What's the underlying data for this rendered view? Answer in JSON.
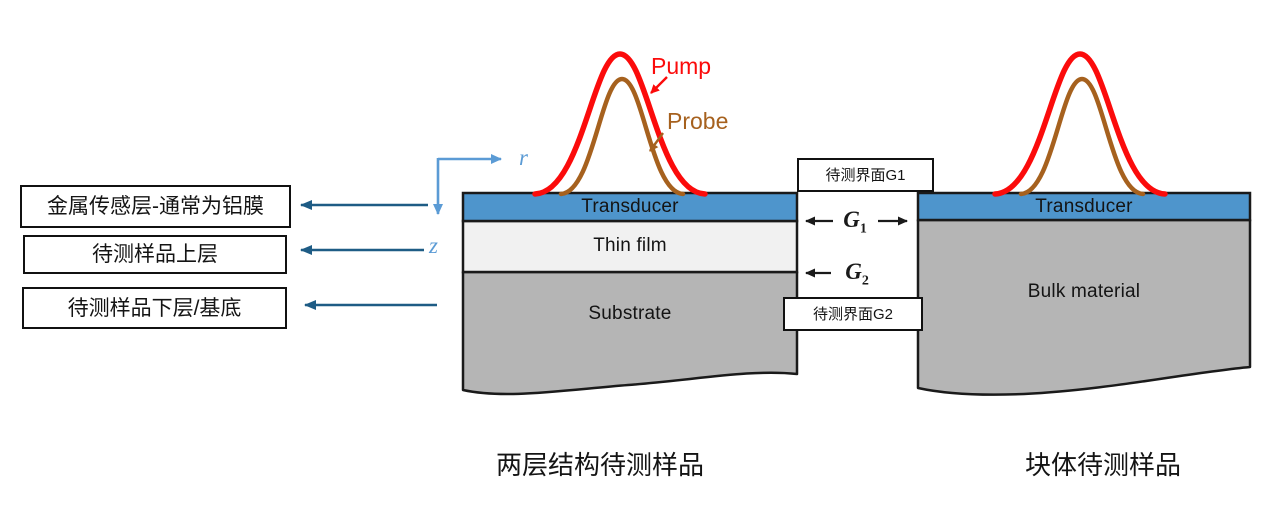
{
  "figure": {
    "caption_left": "两层结构待测样品",
    "caption_right": "块体待测样品"
  },
  "axes": {
    "r": "r",
    "z": "z"
  },
  "beams": {
    "pump": "Pump",
    "probe": "Probe"
  },
  "callouts": [
    "金属传感层-通常为铝膜",
    "待测样品上层",
    "待测样品下层/基底"
  ],
  "left_sample": {
    "transducer": "Transducer",
    "thin_film": "Thin film",
    "substrate": "Substrate"
  },
  "right_sample": {
    "transducer": "Transducer",
    "bulk": "Bulk material"
  },
  "interfaces": {
    "g1_box": "待测界面G1",
    "g2_box": "待测界面G2",
    "g1_symbol": "G",
    "g1_sub": "1",
    "g2_symbol": "G",
    "g2_sub": "2"
  },
  "colors": {
    "transducer_blue": "#4e95cc",
    "thin_film_gray": "#f1f1f1",
    "substrate_gray": "#b5b5b5",
    "pump_red": "#fb0b0b",
    "probe_brown": "#a6611e",
    "axis_blue": "#5b9bd5",
    "callout_arrow_teal": "#1e5c85",
    "outline_black": "#1a1a1a"
  }
}
